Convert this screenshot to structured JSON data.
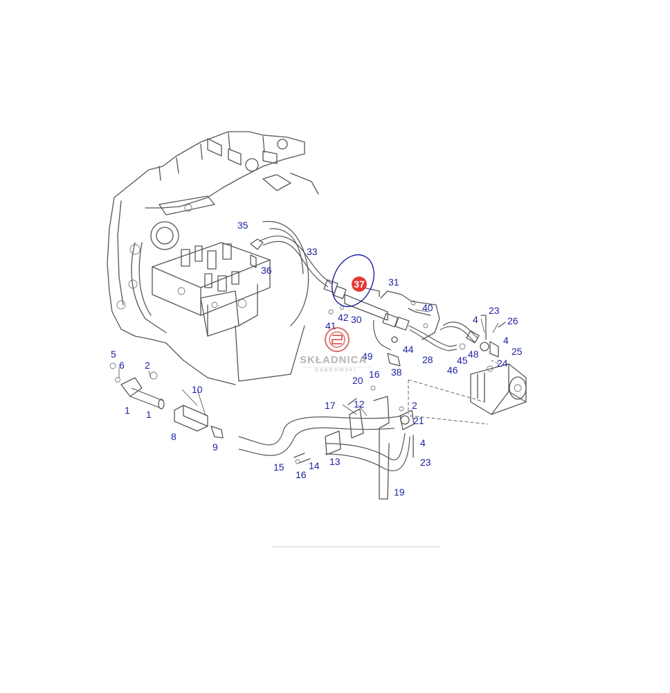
{
  "diagram": {
    "callouts": [
      "35",
      "33",
      "36",
      "37",
      "31",
      "40",
      "23",
      "26",
      "4",
      "4",
      "25",
      "24",
      "48",
      "45",
      "46",
      "28",
      "44",
      "49",
      "38",
      "42",
      "30",
      "41",
      "5",
      "6",
      "2",
      "1",
      "1",
      "10",
      "8",
      "9",
      "20",
      "16",
      "17",
      "12",
      "2",
      "21",
      "4",
      "23",
      "13",
      "14",
      "15",
      "16",
      "19"
    ],
    "highlighted_callout": "37",
    "highlight_color": "#e53935",
    "ring_color": "#1a1fa0",
    "callout_color": "#1a1fa0"
  },
  "watermark": {
    "name": "SKŁADNICA",
    "sub": "DĄBROWSKI",
    "logo_color": "#d9534f"
  }
}
